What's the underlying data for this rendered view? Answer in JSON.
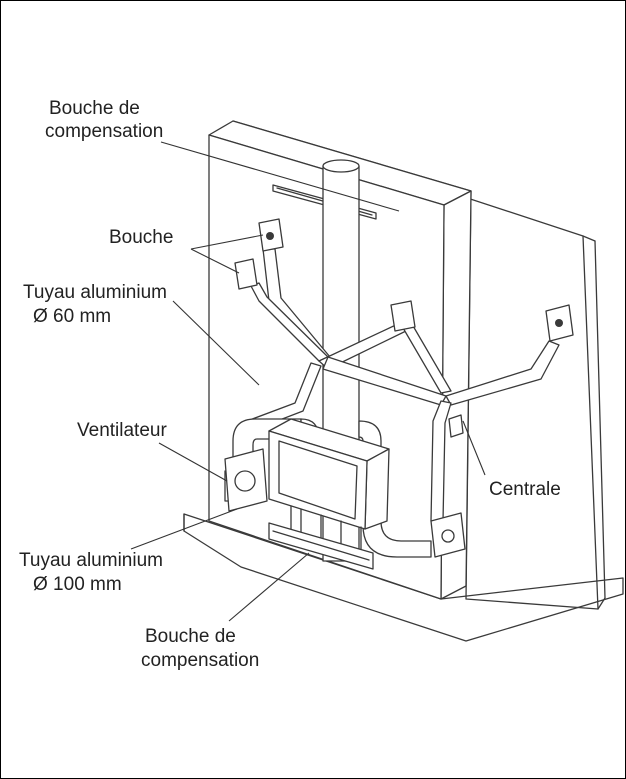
{
  "labels": {
    "bouche_top": [
      "Bouche de",
      "compensation"
    ],
    "bouche": "Bouche",
    "tuyau_60": [
      "Tuyau aluminium",
      "Ø 60 mm"
    ],
    "ventilateur": "Ventilateur",
    "centrale": "Centrale",
    "tuyau_100": [
      "Tuyau aluminium",
      "Ø 100 mm"
    ],
    "bouche_bottom": [
      "Bouche de",
      "compensation"
    ]
  },
  "colors": {
    "line": "#3a3a3a",
    "text": "#222222",
    "background": "#ffffff"
  }
}
